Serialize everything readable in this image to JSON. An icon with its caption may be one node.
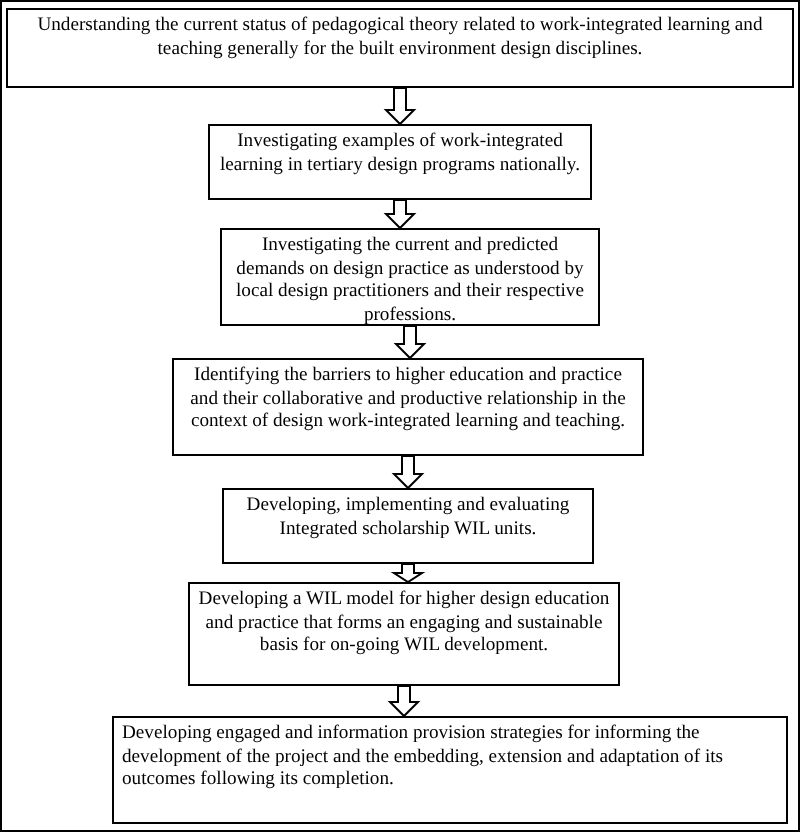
{
  "diagram": {
    "nodes": [
      {
        "text": [
          "Understanding the current status of pedagogical theory related to work-integrated learning and teaching generally for the built environment design disciplines."
        ]
      },
      {
        "text": [
          "Investigating examples of  work-integrated learning in tertiary design programs nationally."
        ]
      },
      {
        "text": [
          "Investigating the current and predicted demands on design practice as understood by local design practitioners and their respective professions."
        ]
      },
      {
        "text": [
          "Identifying the barriers to higher education and practice and their collaborative and productive relationship in the context of design work-integrated learning and teaching."
        ]
      },
      {
        "text": [
          "Developing, implementing and evaluating Integrated scholarship WIL units."
        ]
      },
      {
        "text": [
          "Developing a WIL model for higher design education and practice that forms an engaging and sustainable basis for on-going WIL development."
        ]
      },
      {
        "text": [
          "Developing engaged and information provision strategies for informing the development of the project and the embedding, extension and  adaptation of its outcomes following its completion."
        ]
      }
    ],
    "edges": [
      {
        "from": 0,
        "to": 1,
        "arrow": "to"
      },
      {
        "from": 1,
        "to": 2,
        "arrow": "to"
      },
      {
        "from": 2,
        "to": 3,
        "arrow": "to"
      },
      {
        "from": 3,
        "to": 4,
        "arrow": "to"
      },
      {
        "from": 4,
        "to": 5,
        "arrow": "to"
      },
      {
        "from": 5,
        "to": 6,
        "arrow": "to"
      }
    ]
  }
}
